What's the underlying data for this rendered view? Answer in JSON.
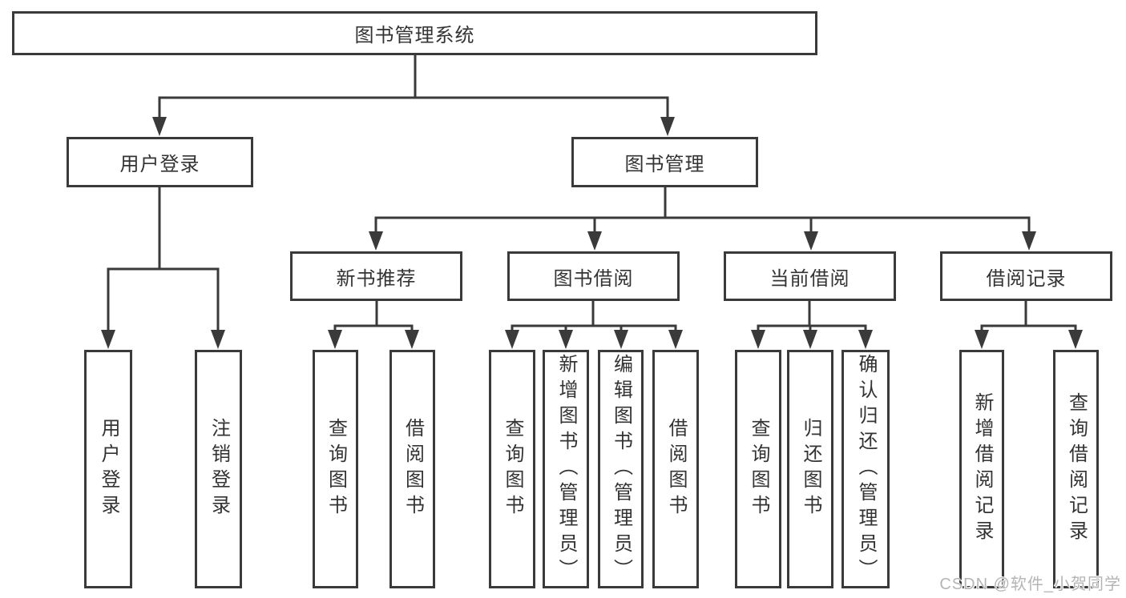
{
  "tree": {
    "root": {
      "label": "图书管理系统"
    },
    "level2": [
      {
        "label": "用户登录",
        "leaves": [
          {
            "label": "用户登录"
          },
          {
            "label": "注销登录"
          }
        ]
      },
      {
        "label": "图书管理",
        "groups": [
          {
            "label": "新书推荐",
            "leaves": [
              {
                "label": "查询图书"
              },
              {
                "label": "借阅图书"
              }
            ]
          },
          {
            "label": "图书借阅",
            "leaves": [
              {
                "label": "查询图书"
              },
              {
                "label": "新增图书（管理员）"
              },
              {
                "label": "编辑图书（管理员）"
              },
              {
                "label": "借阅图书"
              }
            ]
          },
          {
            "label": "当前借阅",
            "leaves": [
              {
                "label": "查询图书"
              },
              {
                "label": "归还图书"
              },
              {
                "label": "确认归还（管理员）"
              }
            ]
          },
          {
            "label": "借阅记录",
            "leaves": [
              {
                "label": "新增借阅记录"
              },
              {
                "label": "查询借阅记录"
              }
            ]
          }
        ]
      }
    ]
  },
  "watermark": {
    "text": "CSDN @软件_小贺同学"
  },
  "colors": {
    "line": "#3a3a3a",
    "box_border": "#3a3a3a",
    "text": "#333333",
    "background": "#ffffff",
    "watermark": "#b5b5b5"
  }
}
